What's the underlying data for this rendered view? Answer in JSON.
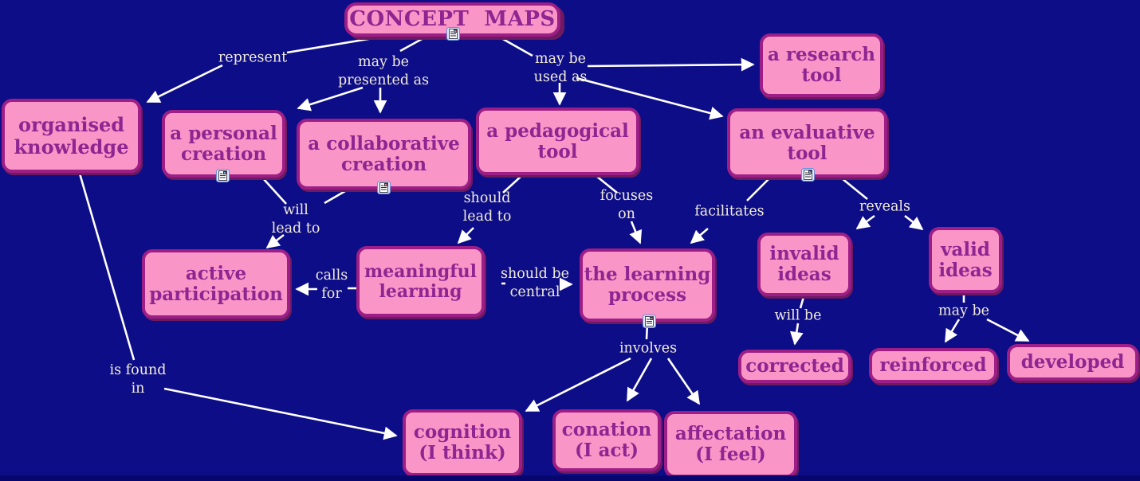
{
  "map_title": "CONCEPT  MAPS",
  "colors": {
    "background": "#0d0d87",
    "node_fill": "#fa95c8",
    "node_border": "#9c1e86",
    "node_text": "#8e2591",
    "edge_line": "#ffffff",
    "edge_label_text": "#f2ecda"
  },
  "nodes": {
    "concept_maps": "CONCEPT  MAPS",
    "organised_knowledge": "organised knowledge",
    "a_personal_creation": "a personal creation",
    "a_collaborative_creation": "a collaborative creation",
    "a_pedagogical_tool": "a pedagogical tool",
    "a_research_tool": "a research tool",
    "an_evaluative_tool": "an evaluative tool",
    "active_participation": "active participation",
    "meaningful_learning": "meaningful learning",
    "the_learning_process": "the learning process",
    "invalid_ideas": "invalid ideas",
    "valid_ideas": "valid ideas",
    "corrected": "corrected",
    "reinforced": "reinforced",
    "developed": "developed",
    "cognition": "cognition\n(I think)",
    "conation": "conation\n(I act)",
    "affectation": "affectation\n(I feel)"
  },
  "edge_labels": {
    "represent": "represent",
    "may_be_presented_as": "may be\npresented as",
    "may_be_used_as": "may be\nused as",
    "will_lead_to": "will\nlead to",
    "should_lead_to": "should\nlead to",
    "focuses_on": "focuses\non",
    "facilitates": "facilitates",
    "reveals": "reveals",
    "calls_for": "calls\nfor",
    "should_be_central": "should be\ncentral",
    "will_be": "will be",
    "may_be": "may be",
    "is_found_in": "is found\nin",
    "involves": "involves"
  },
  "relations": [
    {
      "from": "CONCEPT MAPS",
      "label": "represent",
      "to": "organised knowledge"
    },
    {
      "from": "CONCEPT MAPS",
      "label": "may be presented as",
      "to": "a personal creation"
    },
    {
      "from": "CONCEPT MAPS",
      "label": "may be presented as",
      "to": "a collaborative creation"
    },
    {
      "from": "CONCEPT MAPS",
      "label": "may be used as",
      "to": "a research tool"
    },
    {
      "from": "CONCEPT MAPS",
      "label": "may be used as",
      "to": "a pedagogical tool"
    },
    {
      "from": "CONCEPT MAPS",
      "label": "may be used as",
      "to": "an evaluative tool"
    },
    {
      "from": "a personal creation",
      "label": "will lead to",
      "to": "active participation"
    },
    {
      "from": "a collaborative creation",
      "label": "will lead to",
      "to": "active participation"
    },
    {
      "from": "a pedagogical tool",
      "label": "should lead to",
      "to": "meaningful learning"
    },
    {
      "from": "a pedagogical tool",
      "label": "focuses on",
      "to": "the learning process"
    },
    {
      "from": "an evaluative tool",
      "label": "facilitates",
      "to": "the learning process"
    },
    {
      "from": "an evaluative tool",
      "label": "reveals",
      "to": "invalid ideas"
    },
    {
      "from": "an evaluative tool",
      "label": "reveals",
      "to": "valid ideas"
    },
    {
      "from": "meaningful learning",
      "label": "calls for",
      "to": "active participation"
    },
    {
      "from": "meaningful learning",
      "label": "should be central",
      "to": "the learning process"
    },
    {
      "from": "invalid ideas",
      "label": "will be",
      "to": "corrected"
    },
    {
      "from": "valid ideas",
      "label": "may be",
      "to": "reinforced"
    },
    {
      "from": "valid ideas",
      "label": "may be",
      "to": "developed"
    },
    {
      "from": "organised knowledge",
      "label": "is found in",
      "to": "cognition (I think)"
    },
    {
      "from": "the learning process",
      "label": "involves",
      "to": "cognition (I think)"
    },
    {
      "from": "the learning process",
      "label": "involves",
      "to": "conation (I act)"
    },
    {
      "from": "the learning process",
      "label": "involves",
      "to": "affectation (I feel)"
    }
  ]
}
